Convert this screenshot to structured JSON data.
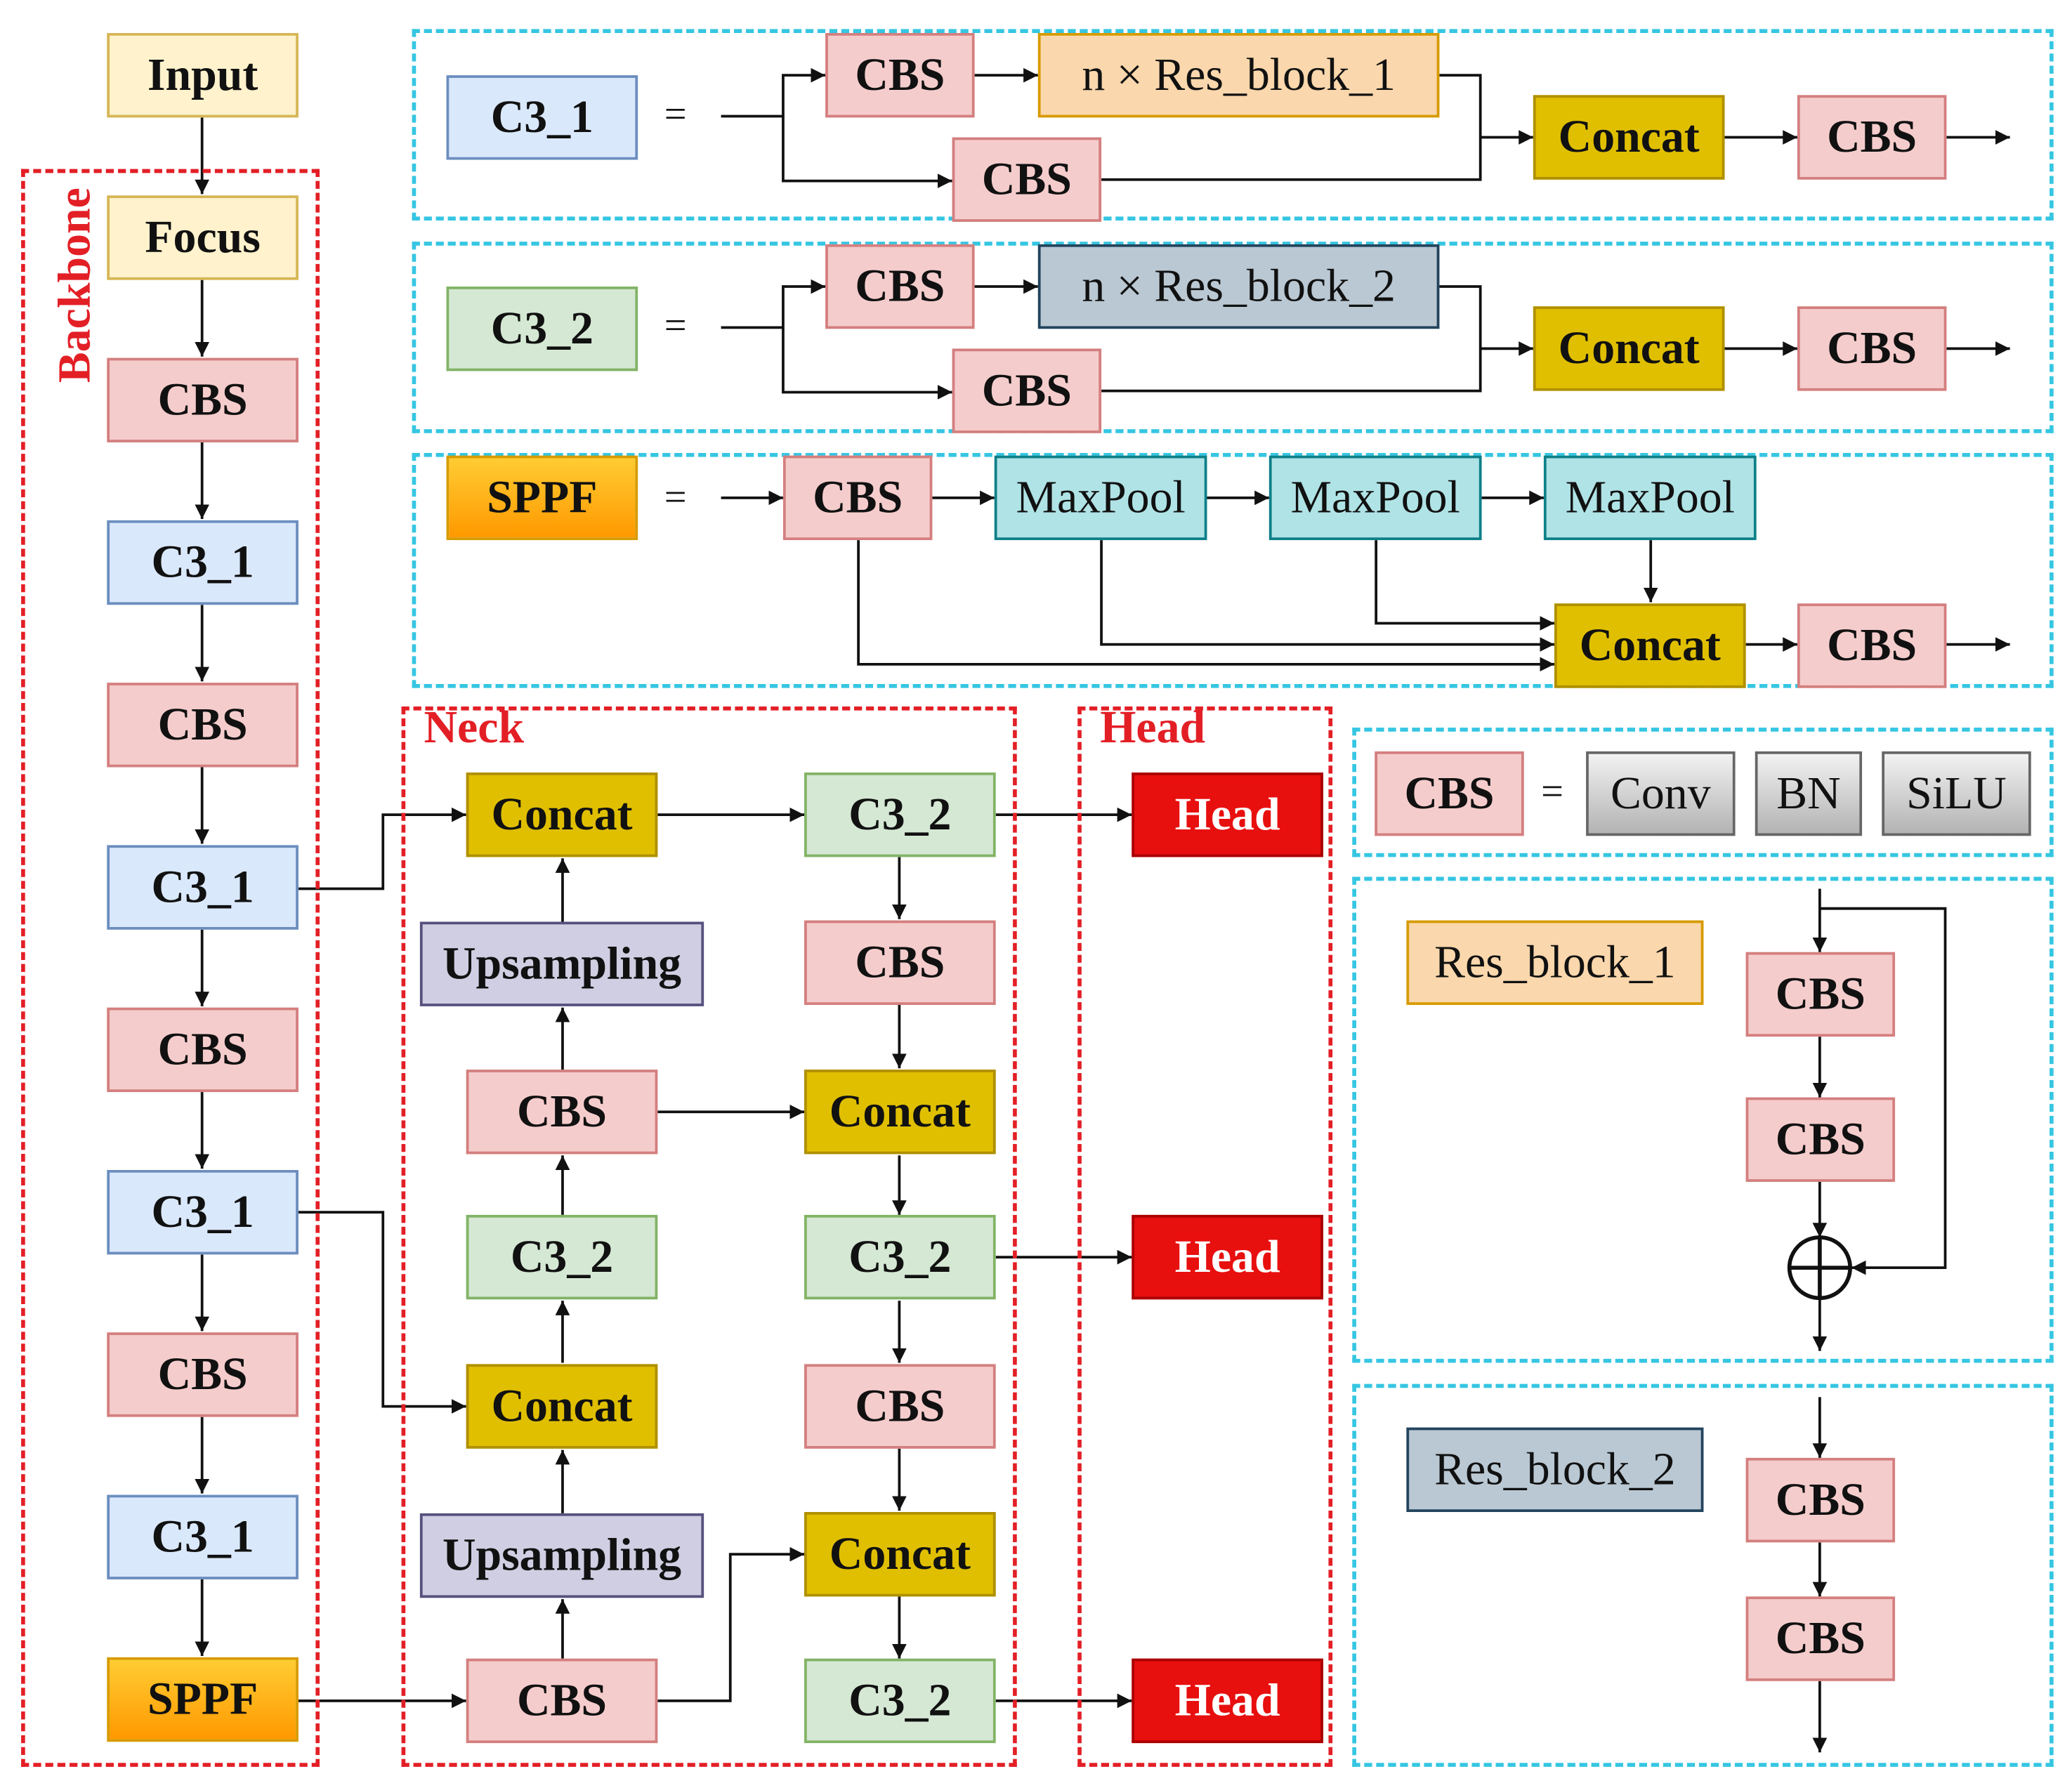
{
  "labels": {
    "backbone": "Backbone",
    "neck": "Neck",
    "head": "Head"
  },
  "backbone": {
    "input": "Input",
    "focus": "Focus",
    "cbs1": "CBS",
    "c31a": "C3_1",
    "cbs2": "CBS",
    "c31b": "C3_1",
    "cbs3": "CBS",
    "c31c": "C3_1",
    "cbs4": "CBS",
    "c31d": "C3_1",
    "sppf": "SPPF"
  },
  "neck": {
    "left": {
      "concat1": "Concat",
      "up1": "Upsampling",
      "cbs1": "CBS",
      "c32": "C3_2",
      "concat2": "Concat",
      "up2": "Upsampling",
      "cbs2": "CBS"
    },
    "right": {
      "c32a": "C3_2",
      "cbs1": "CBS",
      "concat1": "Concat",
      "c32b": "C3_2",
      "cbs2": "CBS",
      "concat2": "Concat",
      "c32c": "C3_2"
    }
  },
  "heads": [
    "Head",
    "Head",
    "Head"
  ],
  "c3_1_def": {
    "name": "C3_1",
    "eq": "=",
    "cbs_top": "CBS",
    "res": "n × Res_block_1",
    "cbs_bot": "CBS",
    "concat": "Concat",
    "cbs_out": "CBS"
  },
  "c3_2_def": {
    "name": "C3_2",
    "eq": "=",
    "cbs_top": "CBS",
    "res": "n × Res_block_2",
    "cbs_bot": "CBS",
    "concat": "Concat",
    "cbs_out": "CBS"
  },
  "sppf_def": {
    "name": "SPPF",
    "eq": "=",
    "cbs": "CBS",
    "maxpool1": "MaxPool",
    "maxpool2": "MaxPool",
    "maxpool3": "MaxPool",
    "concat": "Concat",
    "cbs_out": "CBS"
  },
  "cbs_def": {
    "name": "CBS",
    "eq": "=",
    "conv": "Conv",
    "bn": "BN",
    "silu": "SiLU"
  },
  "res1_def": {
    "name": "Res_block_1",
    "cbs1": "CBS",
    "cbs2": "CBS"
  },
  "res2_def": {
    "name": "Res_block_2",
    "cbs1": "CBS",
    "cbs2": "CBS"
  },
  "colors": {
    "region_red": "#e31f26",
    "region_cyan": "#35c6e2",
    "cbs": "#f5cccc",
    "c3_1": "#dae8fc",
    "c3_2": "#d5e8d4",
    "concat": "#e0bf00",
    "head": "#e80f0f",
    "maxpool": "#b0e3e6",
    "upsampling": "#d0cee2"
  }
}
